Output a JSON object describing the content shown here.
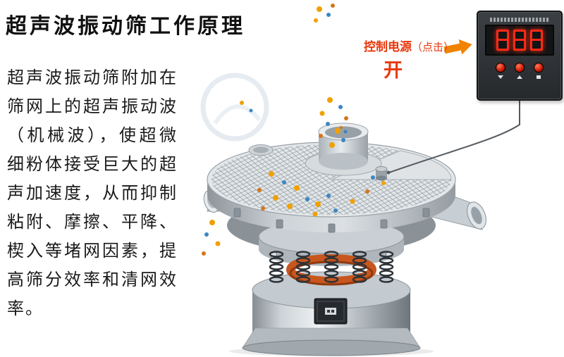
{
  "title": "超声波振动筛工作原理",
  "description": "超声波振动筛附加在筛网上的超声振动波（机械波），使超微细粉体接受巨大的超声加速度，从而抑制粘附、摩擦、平降、楔入等堵网因素，提高筛分效率和清网效率。",
  "callout": {
    "label": "控制电源",
    "action": "（点击）",
    "switch_text": "开"
  },
  "machine": {
    "name": "ultrasonic-vibrating-sieve"
  },
  "controller": {
    "name": "ultrasonic-power-controller"
  },
  "colors": {
    "accent_red": "#e8380d",
    "arrow_orange": "#f08300",
    "particle_orange": "#f0a000",
    "particle_blue": "#3c86c4",
    "particle_deep": "#d4761a",
    "transducer_ring": "#c8561d"
  }
}
